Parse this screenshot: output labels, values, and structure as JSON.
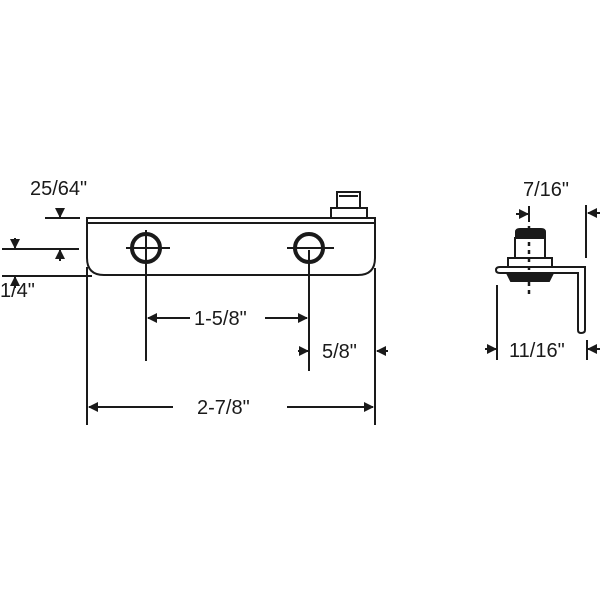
{
  "title": "Bracket dimension drawing",
  "colors": {
    "line": "#1a1a1a",
    "background": "#ffffff"
  },
  "dimensions": {
    "top_offset": "25/64\"",
    "hole_height": "1/4\"",
    "hole_spacing": "1-5/8\"",
    "end_to_hole": "5/8\"",
    "overall_length": "2-7/8\"",
    "stud_offset": "7/16\"",
    "side_width": "11/16\""
  }
}
